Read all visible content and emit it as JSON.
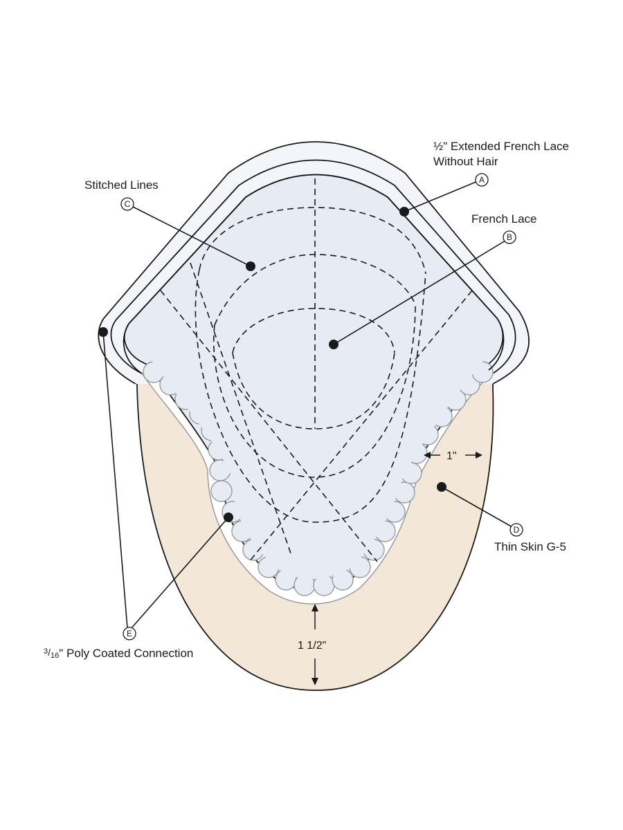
{
  "labels": {
    "a_line1": "½\" Extended French Lace",
    "a_line2": "Without Hair",
    "a_marker": "A",
    "b_text": "French Lace",
    "b_marker": "B",
    "c_text": "Stitched Lines",
    "c_marker": "C",
    "d_text": "Thin Skin G-5",
    "d_marker": "D",
    "e_sup": "3",
    "e_sub": "16",
    "e_text": "\" Poly Coated Connection",
    "e_marker": "E"
  },
  "dimensions": {
    "side_width": "1\"",
    "bottom_depth": "1 1/2\""
  },
  "colors": {
    "lace_fill": "#e7ebf4",
    "extended_lace_fill": "#f3f5fa",
    "skin_fill": "#f3e8d8",
    "outline": "#1a1a1a",
    "scallop_stroke": "#9a9a9a"
  }
}
